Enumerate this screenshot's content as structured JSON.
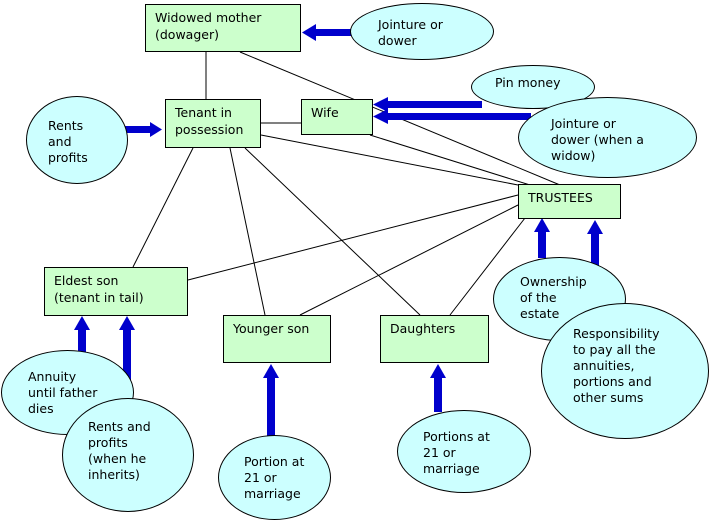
{
  "boxes": {
    "widowed_mother": "Widowed mother\n(dowager)",
    "tenant": "Tenant in\npossession",
    "wife": "Wife",
    "trustees": "TRUSTEES",
    "eldest_son": "Eldest son\n(tenant in tail)",
    "younger_son": "Younger son",
    "daughters": "Daughters"
  },
  "ovals": {
    "jointure_mother": "Jointure or\ndower",
    "rents_tenant": "Rents\nand\nprofits",
    "pin_money": "Pin money",
    "jointure_wife": "Jointure or\ndower (when a\nwidow)",
    "ownership": "Ownership\nof the\nestate",
    "responsibility": "Responsibility\nto pay all the\nannuities,\nportions and\nother sums",
    "annuity": "Annuity\nuntil father\ndies",
    "rents_eldest": "Rents and\nprofits\n(when he\ninherits)",
    "portion_younger": "Portion at\n21 or\nmarriage",
    "portions_daughters": "Portions at\n21 or\nmarriage"
  },
  "colors": {
    "box_fill": "#ccffcc",
    "oval_fill": "#ccffff",
    "arrow": "#0000cc",
    "line": "#000000"
  }
}
